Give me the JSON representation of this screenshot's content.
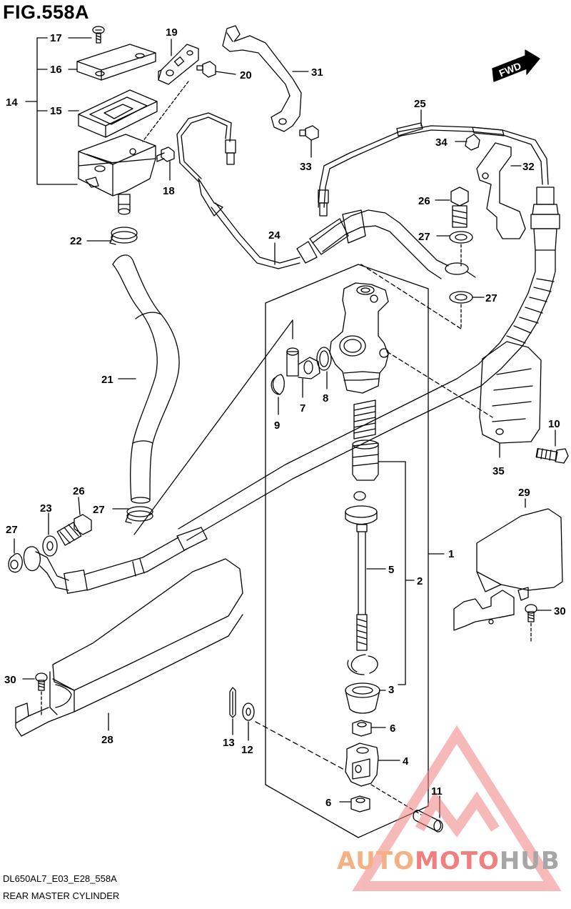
{
  "figure": {
    "title": "FIG.558A",
    "code": "DL650AL7_E03_E28_558A",
    "caption": "REAR MASTER CYLINDER",
    "direction_label": "FWD"
  },
  "watermark": {
    "part1": "AUTO",
    "part2": "MOTO",
    "part3": "HUB"
  },
  "callouts": [
    {
      "id": "c17a",
      "text": "17"
    },
    {
      "id": "c16",
      "text": "16"
    },
    {
      "id": "c14",
      "text": "14"
    },
    {
      "id": "c15",
      "text": "15"
    },
    {
      "id": "c19",
      "text": "19"
    },
    {
      "id": "c20",
      "text": "20"
    },
    {
      "id": "c18",
      "text": "18"
    },
    {
      "id": "c31",
      "text": "31"
    },
    {
      "id": "c33",
      "text": "33"
    },
    {
      "id": "c25",
      "text": "25"
    },
    {
      "id": "c34",
      "text": "34"
    },
    {
      "id": "c32",
      "text": "32"
    },
    {
      "id": "c26a",
      "text": "26"
    },
    {
      "id": "c27a",
      "text": "27"
    },
    {
      "id": "c27b",
      "text": "27"
    },
    {
      "id": "c22",
      "text": "22"
    },
    {
      "id": "c24",
      "text": "24"
    },
    {
      "id": "c21",
      "text": "21"
    },
    {
      "id": "c9",
      "text": "9"
    },
    {
      "id": "c7",
      "text": "7"
    },
    {
      "id": "c8",
      "text": "8"
    },
    {
      "id": "c10",
      "text": "10"
    },
    {
      "id": "c35",
      "text": "35"
    },
    {
      "id": "c26b",
      "text": "26"
    },
    {
      "id": "c27c",
      "text": "27"
    },
    {
      "id": "c23",
      "text": "23"
    },
    {
      "id": "c27d",
      "text": "27"
    },
    {
      "id": "c29",
      "text": "29"
    },
    {
      "id": "c1",
      "text": "1"
    },
    {
      "id": "c5",
      "text": "5"
    },
    {
      "id": "c2",
      "text": "2"
    },
    {
      "id": "c30a",
      "text": "30"
    },
    {
      "id": "c30b",
      "text": "30"
    },
    {
      "id": "c3",
      "text": "3"
    },
    {
      "id": "c28",
      "text": "28"
    },
    {
      "id": "c6a",
      "text": "6"
    },
    {
      "id": "c13",
      "text": "13"
    },
    {
      "id": "c12",
      "text": "12"
    },
    {
      "id": "c4",
      "text": "4"
    },
    {
      "id": "c6b",
      "text": "6"
    },
    {
      "id": "c11",
      "text": "11"
    }
  ],
  "colors": {
    "line": "#000000",
    "watermark_triangle": "#f08080",
    "watermark_text_1": "#f4b183",
    "watermark_text_2": "#f08080",
    "watermark_text_3": "#a6a6a6"
  }
}
